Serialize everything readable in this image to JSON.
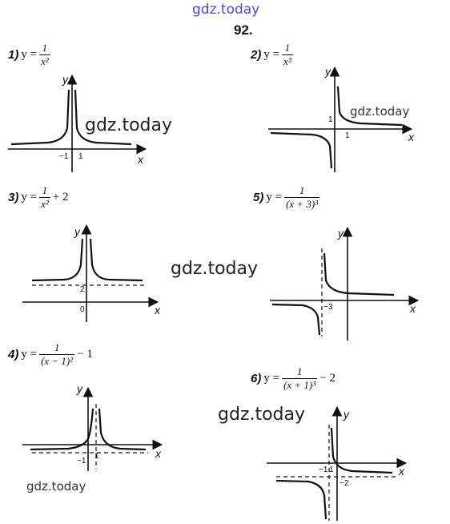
{
  "header": {
    "site": "gdz.today",
    "problem_number": "92."
  },
  "watermark": "gdz.today",
  "graphs": [
    {
      "label": "1)",
      "lhs": "y =",
      "num": "1",
      "den": "x²",
      "suffix": "",
      "ticks": [
        "−1",
        "1"
      ],
      "axis_x": "x",
      "axis_y": "y"
    },
    {
      "label": "2)",
      "lhs": "y =",
      "num": "1",
      "den": "x³",
      "suffix": "",
      "ticks": [
        "1",
        "1"
      ],
      "axis_x": "x",
      "axis_y": "y"
    },
    {
      "label": "3)",
      "lhs": "y =",
      "num": "1",
      "den": "x²",
      "suffix": "+ 2",
      "ticks": [
        "2",
        "0"
      ],
      "axis_x": "x",
      "axis_y": "y"
    },
    {
      "label": "5)",
      "lhs": "y =",
      "num": "1",
      "den": "(x + 3)³",
      "suffix": "",
      "ticks": [
        "−3"
      ],
      "axis_x": "x",
      "axis_y": "y"
    },
    {
      "label": "4)",
      "lhs": "y =",
      "num": "1",
      "den": "(x − 1)²",
      "suffix": "− 1",
      "ticks": [
        "−1",
        "1"
      ],
      "axis_x": "x",
      "axis_y": "y"
    },
    {
      "label": "6)",
      "lhs": "y =",
      "num": "1",
      "den": "(x + 1)³",
      "suffix": "− 2",
      "ticks": [
        "−1",
        "1",
        "−2"
      ],
      "axis_x": "x",
      "axis_y": "y"
    }
  ]
}
